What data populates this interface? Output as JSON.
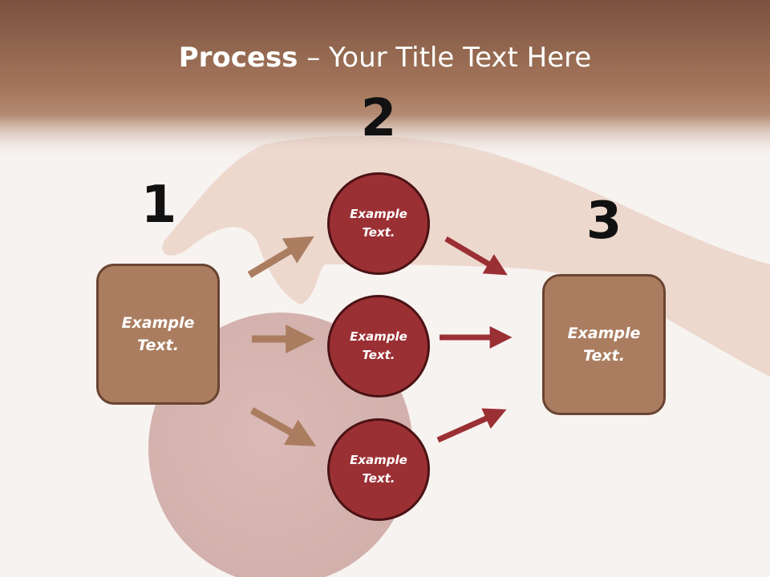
{
  "title": {
    "bold": "Process",
    "rest": " – Your Title Text Here"
  },
  "steps": {
    "n1": "1",
    "n2": "2",
    "n3": "3"
  },
  "nodes": {
    "left_box": "Example Text.",
    "circle_top": "Example Text.",
    "circle_mid": "Example Text.",
    "circle_bot": "Example Text.",
    "right_box": "Example Text."
  },
  "colors": {
    "header_brown": "#8a5a43",
    "box_fill": "#ab7d60",
    "box_border": "#6a4432",
    "circle_fill": "#9b3034",
    "circle_border": "#4a1214",
    "arrow_left": "#ab7d60",
    "arrow_right": "#9b3034"
  },
  "icons": {
    "background": "hand-and-apple-photo"
  }
}
